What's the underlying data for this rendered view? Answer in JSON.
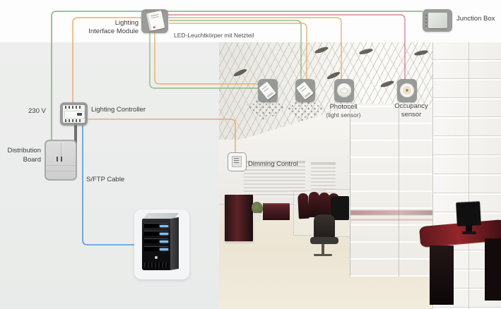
{
  "diagram": {
    "labels": {
      "lighting_interface_module": {
        "line1": "Lighting",
        "line2": "Interface Module"
      },
      "led_note": "LED-Leuchtkörper mit Netzteil",
      "junction_box": "Junction Box",
      "voltage": "230 V",
      "lighting_controller": "Lighting Controller",
      "distribution_board": {
        "line1": "Distribution",
        "line2": "Board"
      },
      "sftp_cable": "S/FTP Cable",
      "dimming_control": "Dimming Control",
      "photocell": {
        "line1": "Photocell",
        "line2": "(light sensor)"
      },
      "occupancy_sensor": {
        "line1": "Occupancy",
        "line2": "sensor"
      }
    },
    "colors": {
      "power_green": "#82b873",
      "control_orange": "#e9a45d",
      "sensor_red": "#d4708a",
      "data_blue": "#5b9fd8",
      "cable_gray": "#6e6e6e"
    }
  }
}
